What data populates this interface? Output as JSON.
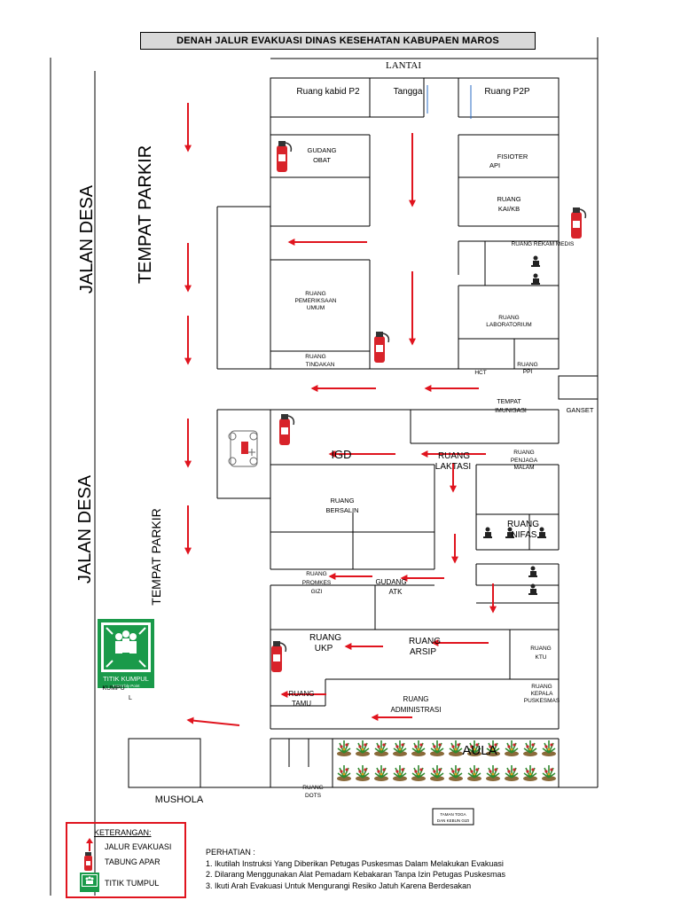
{
  "title": "DENAH JALUR EVAKUASI DINAS KESEHATAN KABUPAEN MAROS",
  "roads": {
    "top": "JALAN DESA",
    "bottom": "JALAN DESA"
  },
  "parking": {
    "top": "TEMPAT PARKIR",
    "bottom": "TEMPAT PARKIR"
  },
  "floor_label": "LANTAI",
  "rooms": {
    "kabid_p2": "Ruang kabid P2",
    "tangga": "Tangga",
    "p2p": "Ruang P2P",
    "gudang_obat_1": "GUDANG",
    "gudang_obat_2": "OBAT",
    "fisioterapi_1": "FISIOTER",
    "fisioterapi_2": "API",
    "kai_kb_1": "RUANG",
    "kai_kb_2": "KAI/KB",
    "rekam_medis": "RUANG REKAM MEDIS",
    "pemeriksaan_1": "RUANG",
    "pemeriksaan_2": "PEMERIKSAAN",
    "pemeriksaan_3": "UMUM",
    "laboratorium_1": "RUANG",
    "laboratorium_2": "LABORATORIUM",
    "tindakan_1": "RUANG",
    "tindakan_2": "TINDAKAN",
    "hct": "HCT",
    "ppi_1": "RUANG",
    "ppi_2": "PPI",
    "imunisasi_1": "TEMPAT",
    "imunisasi_2": "IMUNISASI",
    "ganset": "GANSET",
    "igd": "IGD",
    "laktasi_1": "RUANG",
    "laktasi_2": "LAKTASI",
    "penjaga_1": "RUANG",
    "penjaga_2": "PENJAGA",
    "penjaga_3": "MALAM",
    "bersalin_1": "RUANG",
    "bersalin_2": "BERSALIN",
    "nifas_1": "RUANG",
    "nifas_2": "NIFAS",
    "promkes_1": "RUANG",
    "promkes_2": "PROMKES",
    "promkes_3": "GIZI",
    "gudang_atk_1": "GUDANG",
    "gudang_atk_2": "ATK",
    "ukp_1": "RUANG",
    "ukp_2": "UKP",
    "arsip_1": "RUANG",
    "arsip_2": "ARSIP",
    "ktu_1": "RUANG",
    "ktu_2": "KTU",
    "tamu_1": "RUANG",
    "tamu_2": "TAMU",
    "administrasi_1": "RUANG",
    "administrasi_2": "ADMINISTRASI",
    "kepala_1": "RUANG",
    "kepala_2": "KEPALA",
    "kepala_3": "PUSKESMAS",
    "dots_1": "RUANG",
    "dots_2": "DOTS",
    "aula": "AULA",
    "mushola": "MUSHOLA",
    "taman_1": "TAMAN TOGA",
    "taman_2": "DAN KEBUN GIZI"
  },
  "assembly_sign": {
    "line1": "TITIK KUMPUL",
    "line2": "Assembly Point",
    "below1": "KUMPU",
    "below2": "L"
  },
  "legend": {
    "heading": "KETERANGAN:",
    "items": [
      "JALUR EVAKUASI",
      "TABUNG APAR",
      "TITIK TUMPUL"
    ]
  },
  "notes": {
    "heading": "PERHATIAN :",
    "items": [
      "1. Ikutilah Instruksi Yang Diberikan Petugas Puskesmas Dalam Melakukan Evakuasi",
      "2. Dilarang Menggunakan Alat Pemadam Kebakaran Tanpa Izin Petugas Puskesmas",
      "3. Ikuti Arah Evakuasi Untuk Mengurangi Resiko Jatuh Karena Berdesakan"
    ]
  },
  "colors": {
    "arrow": "#e0141e",
    "sign_green": "#1a9a4a",
    "extinguisher": "#d8232a",
    "wall": "#000000"
  }
}
